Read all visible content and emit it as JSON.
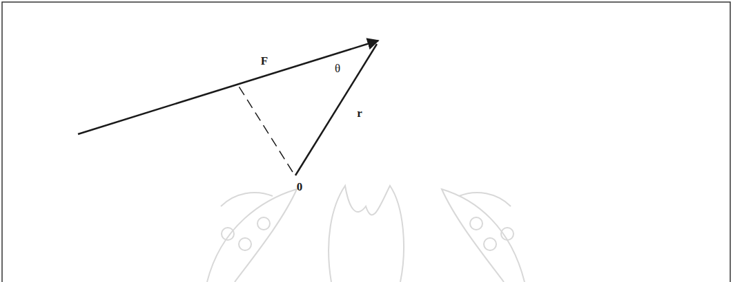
{
  "diagram": {
    "labels": [
      "F",
      "θ",
      "r",
      "0"
    ]
  }
}
